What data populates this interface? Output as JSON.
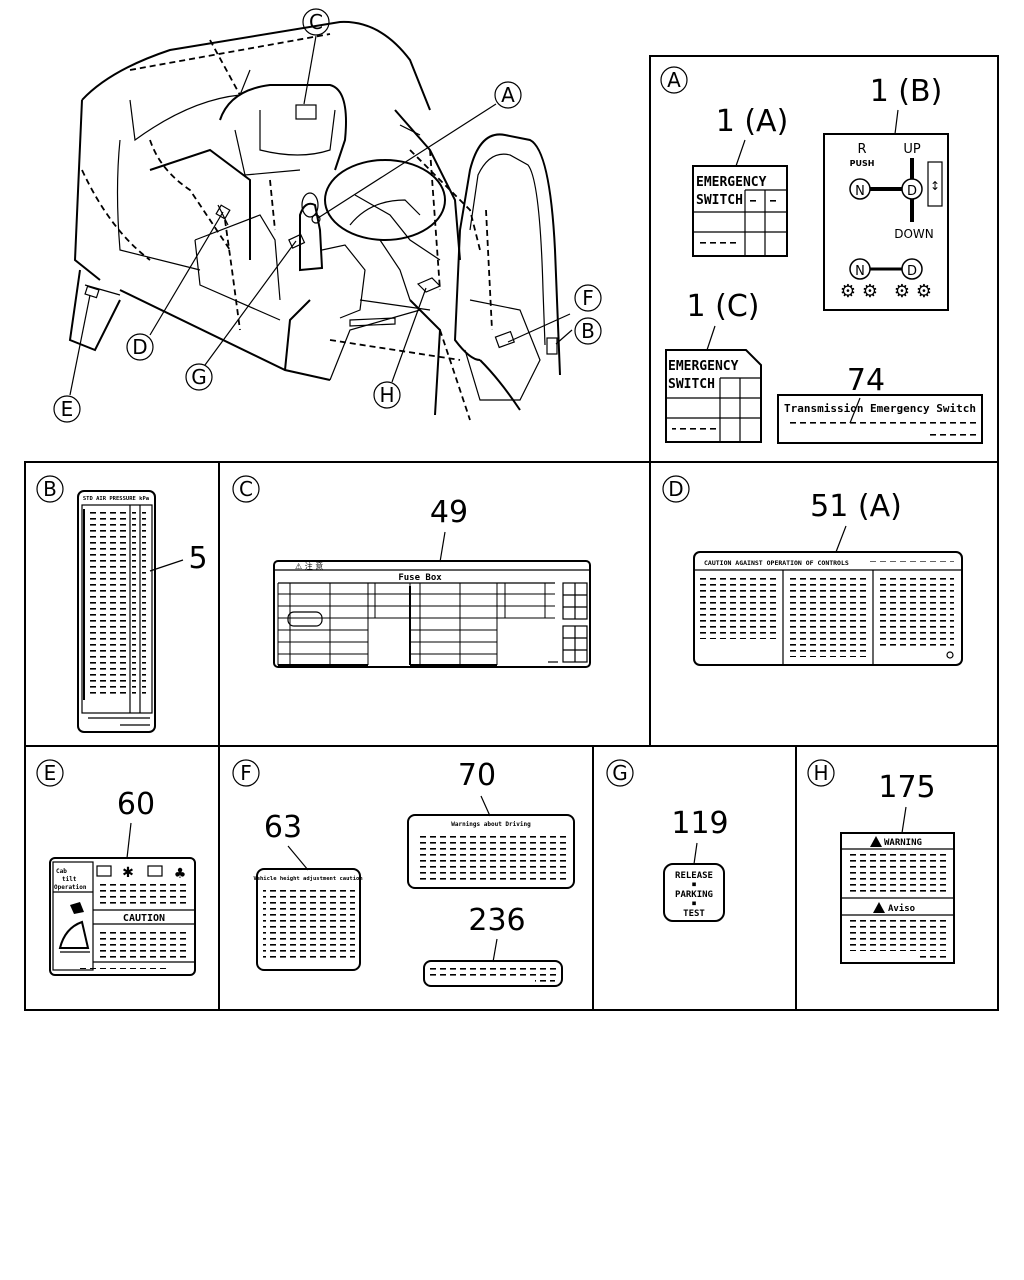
{
  "callouts": {
    "A": "A",
    "B": "B",
    "C": "C",
    "D": "D",
    "E": "E",
    "F": "F",
    "G": "G",
    "H": "H"
  },
  "panels": {
    "A": {
      "letter": "A",
      "p1a": "1 (A)",
      "p1b": "1 (B)",
      "p1c": "1 (C)",
      "p74": "74",
      "emergency_l1": "EMERGENCY",
      "emergency_l2": "SWITCH",
      "shift_r": "R",
      "shift_push": "PUSH",
      "shift_up": "UP",
      "shift_down": "DOWN",
      "shift_n": "N",
      "shift_d": "D",
      "transmission_text": "Transmission Emergency Switch"
    },
    "B": {
      "letter": "B",
      "p5": "5",
      "header_text": "STD AIR PRESSURE kPa"
    },
    "C": {
      "letter": "C",
      "p49": "49",
      "title": "Fuse Box",
      "head_mark": "⚠ 注 意"
    },
    "D": {
      "letter": "D",
      "p51a": "51 (A)",
      "title": "CAUTION AGAINST OPERATION OF CONTROLS"
    },
    "E": {
      "letter": "E",
      "p60": "60",
      "caution": "CAUTION",
      "side_l1": "Cab",
      "side_l2": "tilt",
      "side_l3": "Operation"
    },
    "F": {
      "letter": "F",
      "p63": "63",
      "p70": "70",
      "p236": "236",
      "l63_title": "Vehicle height adjustment caution",
      "l70_title": "Warnings about Driving"
    },
    "G": {
      "letter": "G",
      "p119": "119",
      "l1": "RELEASE",
      "l2": "PARKING",
      "l3": "TEST"
    },
    "H": {
      "letter": "H",
      "p175": "175",
      "warning": "WARNING",
      "aviso": "Aviso"
    }
  }
}
